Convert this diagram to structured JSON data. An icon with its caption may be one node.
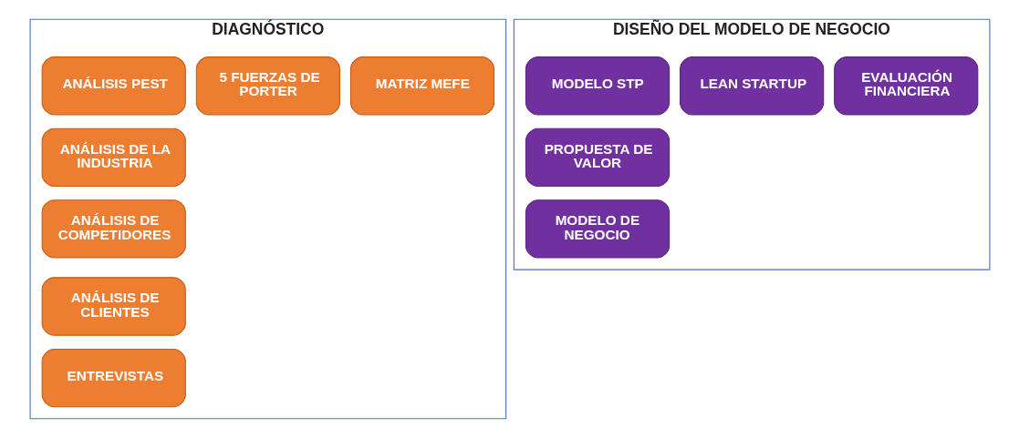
{
  "diagram": {
    "nodes": [
      {
        "text": [
          "DIAGNÓSTICO"
        ]
      },
      {
        "text": [
          "ANÁLISIS PEST"
        ],
        "in": 0
      },
      {
        "text": [
          "5 FUERZAS DE PORTER"
        ],
        "in": 0
      },
      {
        "text": [
          "MATRIZ MEFE"
        ],
        "in": 0
      },
      {
        "text": [
          "ANÁLISIS DE LA INDUSTRIA"
        ],
        "in": 0
      },
      {
        "text": [
          "ANÁLISIS DE COMPETIDORES"
        ],
        "in": 0
      },
      {
        "text": [
          "ANÁLISIS DE CLIENTES"
        ],
        "in": 0
      },
      {
        "text": [
          "ENTREVISTAS"
        ],
        "in": 0
      },
      {
        "text": [
          "DISEÑO DEL MODELO DE NEGOCIO"
        ]
      },
      {
        "text": [
          "MODELO STP"
        ],
        "in": 8
      },
      {
        "text": [
          "LEAN STARTUP"
        ],
        "in": 8
      },
      {
        "text": [
          "EVALUACIÓN FINANCIERA"
        ],
        "in": 8
      },
      {
        "text": [
          "PROPUESTA DE VALOR"
        ],
        "in": 8
      },
      {
        "text": [
          "MODELO DE NEGOCIO"
        ],
        "in": 8
      }
    ],
    "edges": []
  }
}
